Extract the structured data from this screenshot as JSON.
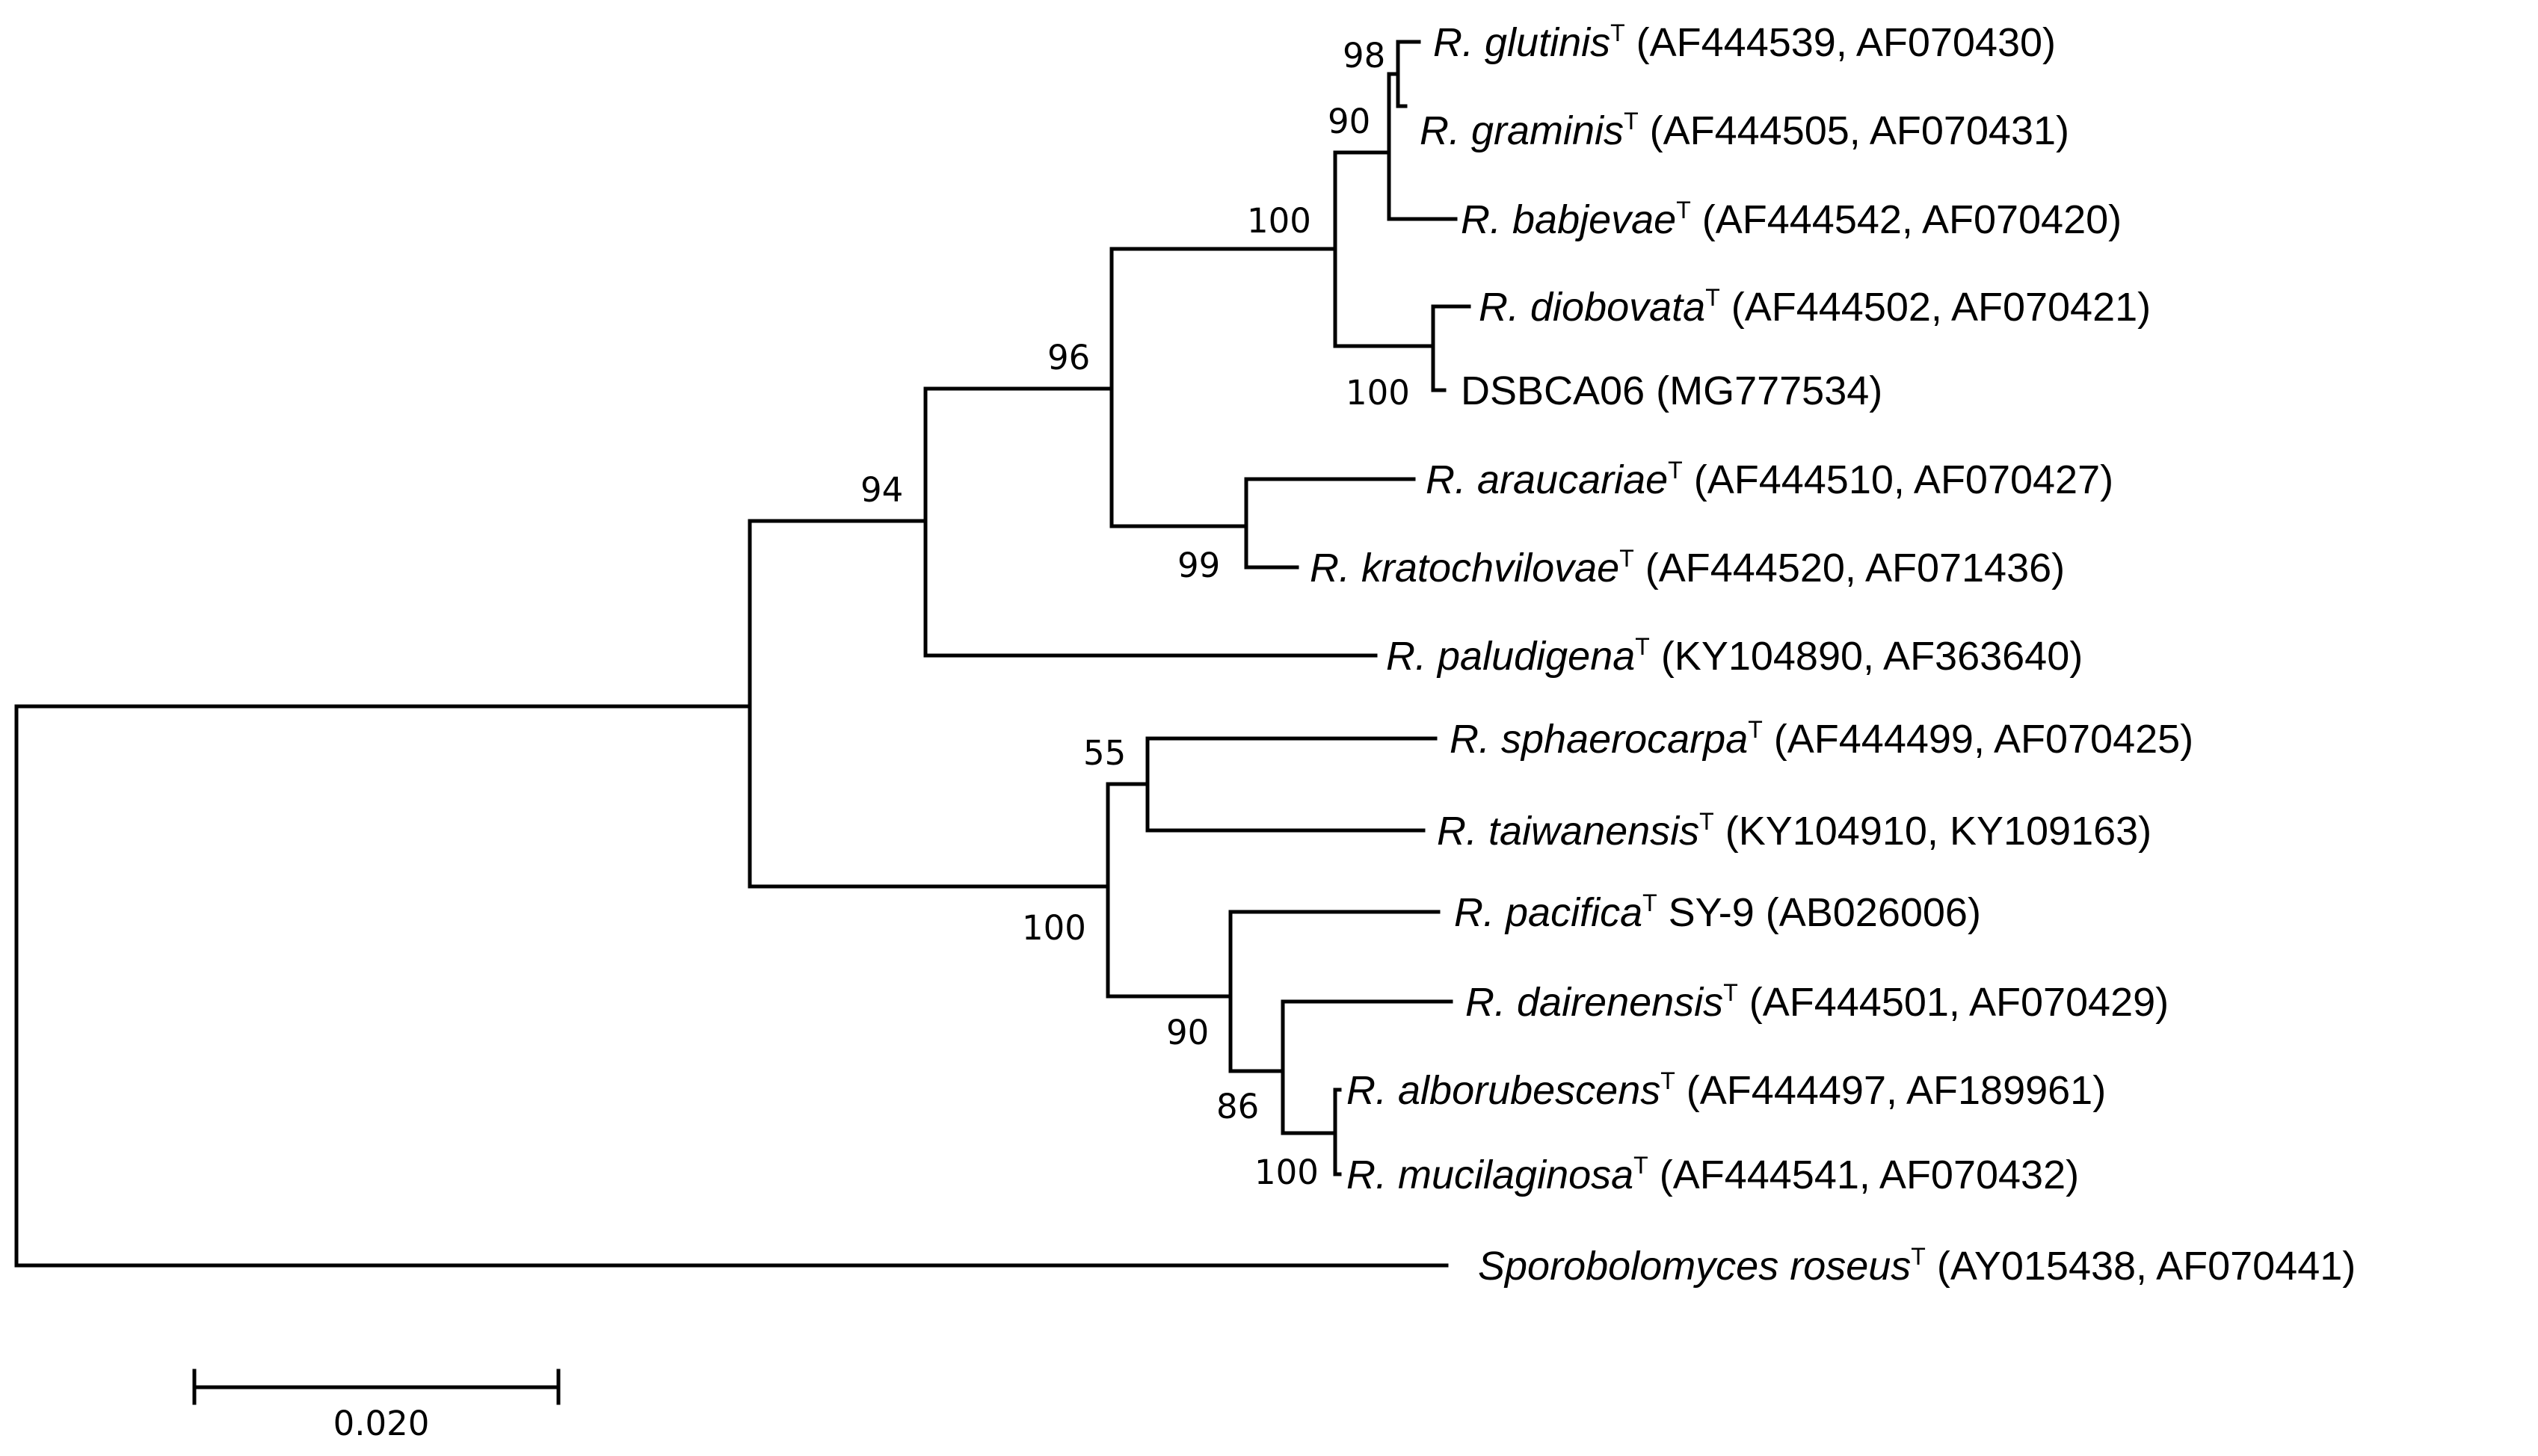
{
  "taxa": [
    {
      "id": "glutinis",
      "italic": "R. glutinis",
      "type_mark": "T",
      "rest": " (AF444539, AF070430)"
    },
    {
      "id": "graminis",
      "italic": "R. graminis",
      "type_mark": "T",
      "rest": " (AF444505, AF070431)"
    },
    {
      "id": "babjevae",
      "italic": "R. babjevae",
      "type_mark": "T",
      "rest": " (AF444542, AF070420)"
    },
    {
      "id": "diobovata",
      "italic": "R. diobovata",
      "type_mark": "T",
      "rest": " (AF444502, AF070421)"
    },
    {
      "id": "dsbca06",
      "italic": "",
      "type_mark": "",
      "rest": "DSBCA06  (MG777534)"
    },
    {
      "id": "araucariae",
      "italic": "R. araucariae",
      "type_mark": "T",
      "rest": " (AF444510, AF070427)"
    },
    {
      "id": "kratochvilovae",
      "italic": "R. kratochvilovae",
      "type_mark": "T",
      "rest": " (AF444520, AF071436)"
    },
    {
      "id": "paludigena",
      "italic": "R. paludigena",
      "type_mark": "T",
      "rest": " (KY104890, AF363640)"
    },
    {
      "id": "sphaerocarpa",
      "italic": "R. sphaerocarpa",
      "type_mark": "T",
      "rest": " (AF444499, AF070425)"
    },
    {
      "id": "taiwanensis",
      "italic": "R. taiwanensis",
      "type_mark": "T",
      "rest": " (KY104910, KY109163)"
    },
    {
      "id": "pacifica",
      "italic": "R. pacifica",
      "type_mark": "T",
      "rest": " SY-9 (AB026006)"
    },
    {
      "id": "dairenensis",
      "italic": "R. dairenensis",
      "type_mark": "T",
      "rest": " (AF444501, AF070429)"
    },
    {
      "id": "alborubescens",
      "italic": "R. alborubescens",
      "type_mark": "T",
      "rest": " (AF444497, AF189961)"
    },
    {
      "id": "mucilaginosa",
      "italic": "R. mucilaginosa",
      "type_mark": "T",
      "rest": " (AF444541, AF070432)"
    },
    {
      "id": "roseus",
      "italic": "Sporobolomyces roseus",
      "type_mark": "T",
      "rest": " (AY015438, AF070441)"
    }
  ],
  "bootstrap": {
    "glutinis_graminis": "98",
    "glutinis_graminis_babjevae": "90",
    "glutinis_to_dsbca06": "100",
    "diobovata_dsbca06": "100",
    "glutinis_to_kratochvilovae": "96",
    "araucariae_kratochvilovae": "99",
    "glutinis_to_paludigena": "94",
    "sphaerocarpa_taiwanensis": "55",
    "sphaerocarpa_to_mucilaginosa": "100",
    "pacifica_to_mucilaginosa": "90",
    "dairenensis_to_mucilaginosa": "86",
    "alborubescens_mucilaginosa": "100"
  },
  "scale_bar": {
    "label": "0.020",
    "value": 0.02
  }
}
